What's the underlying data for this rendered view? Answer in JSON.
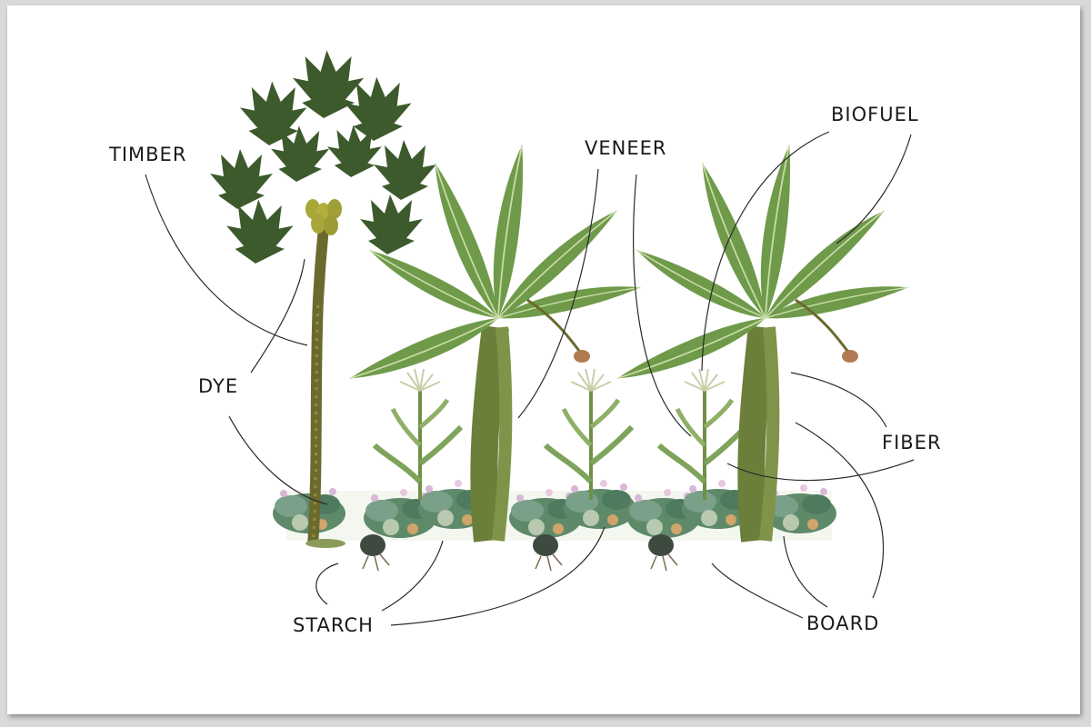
{
  "labels": {
    "timber": "TIMBER",
    "veneer": "VENEER",
    "biofuel": "BIOFUEL",
    "dye": "DYE",
    "fiber": "FIBER",
    "starch": "STARCH",
    "board": "BOARD"
  },
  "colors": {
    "papaya_leaf": "#3d5a2c",
    "banana_leaf": "#6f9a4a",
    "banana_leaf_light": "#9dbf74",
    "trunk": "#6b6a2e",
    "papaya_fruit": "#a8a83a",
    "corn": "#7ea35a",
    "flower": "#d9b7d6",
    "line": "#2a2a2a"
  }
}
